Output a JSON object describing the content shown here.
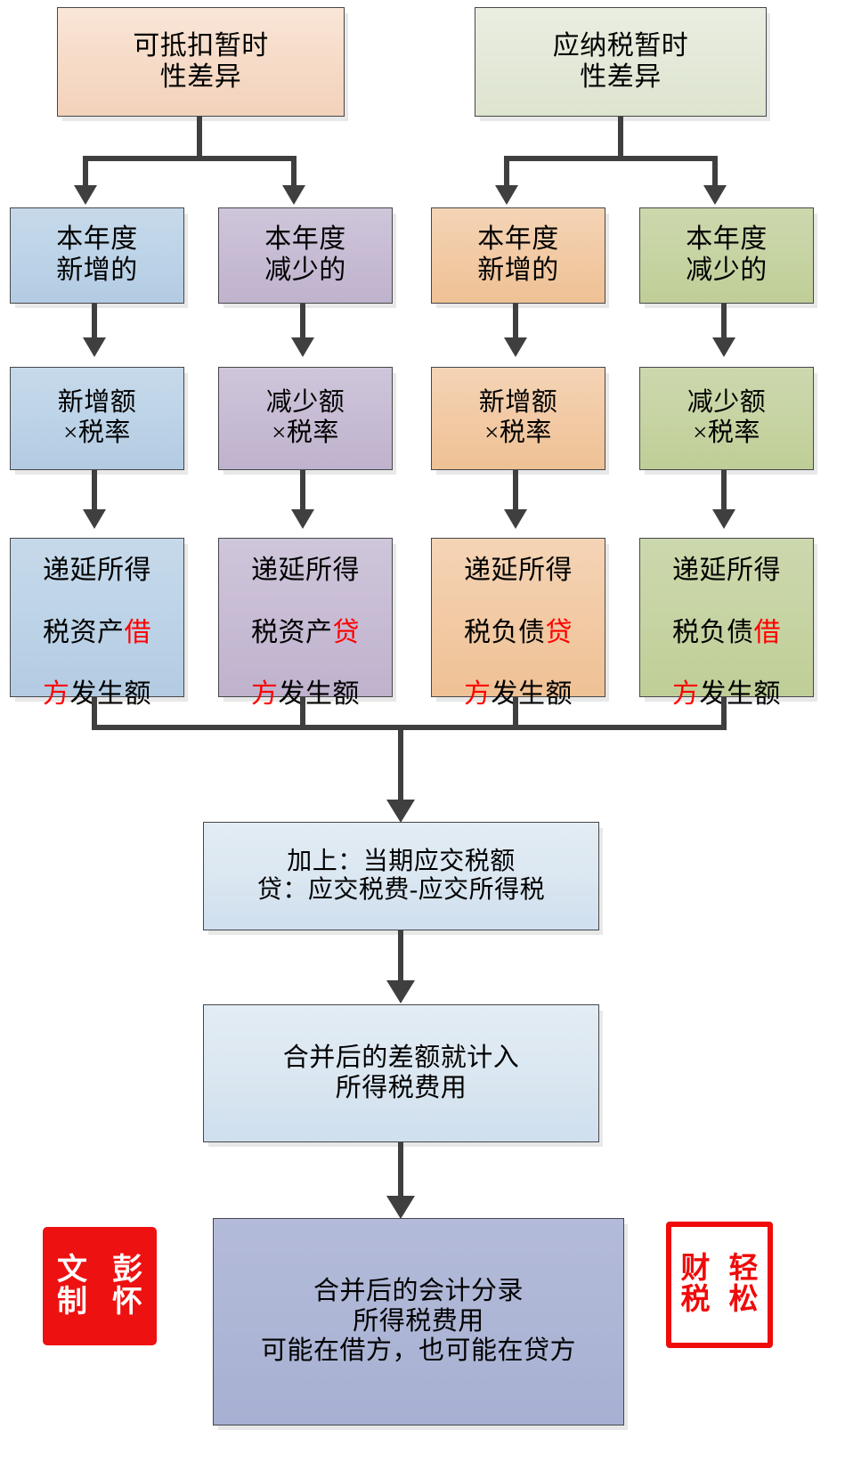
{
  "diagram": {
    "title": "递延所得税与所得税费用合并流程图",
    "colors": {
      "peach": "#f3d2bb",
      "sage": "#dde4cf",
      "blue": "#b3cbe2",
      "purple": "#bfb2cd",
      "orange": "#efc195",
      "green": "#bfce97",
      "pale_blue": "#cfdfee",
      "indigo": "#a7b0d2",
      "connector": "#3f3f3f",
      "highlight_text": "#ff0000",
      "seal_red": "#ee1111"
    },
    "row1": [
      {
        "id": "deductible-temp-diff",
        "text": "可抵扣暂时\n性差异",
        "fill": "peach"
      },
      {
        "id": "taxable-temp-diff",
        "text": "应纳税暂时\n性差异",
        "fill": "sage"
      }
    ],
    "row2": [
      {
        "id": "year-increase-deductible",
        "text": "本年度\n新增的",
        "fill": "blue"
      },
      {
        "id": "year-decrease-deductible",
        "text": "本年度\n减少的",
        "fill": "purple"
      },
      {
        "id": "year-increase-taxable",
        "text": "本年度\n新增的",
        "fill": "orange"
      },
      {
        "id": "year-decrease-taxable",
        "text": "本年度\n减少的",
        "fill": "green"
      }
    ],
    "row3": [
      {
        "id": "increase-amount-rate-1",
        "text": "新增额\n×税率",
        "fill": "blue"
      },
      {
        "id": "decrease-amount-rate-1",
        "text": "减少额\n×税率",
        "fill": "purple"
      },
      {
        "id": "increase-amount-rate-2",
        "text": "新增额\n×税率",
        "fill": "orange"
      },
      {
        "id": "decrease-amount-rate-2",
        "text": "减少额\n×税率",
        "fill": "green"
      }
    ],
    "row4": [
      {
        "id": "dta-debit",
        "fill": "blue",
        "line1": "递延所得",
        "line2_black": "税资产",
        "line2_red": "借",
        "line3_red": "方",
        "line3_black": "发生额"
      },
      {
        "id": "dta-credit",
        "fill": "purple",
        "line1": "递延所得",
        "line2_black": "税资产",
        "line2_red": "贷",
        "line3_red": "方",
        "line3_black": "发生额"
      },
      {
        "id": "dtl-credit",
        "fill": "orange",
        "line1": "递延所得",
        "line2_black": "税负债",
        "line2_red": "贷",
        "line3_red": "方",
        "line3_black": "发生额"
      },
      {
        "id": "dtl-debit",
        "fill": "green",
        "line1": "递延所得",
        "line2_black": "税负债",
        "line2_red": "借",
        "line3_red": "方",
        "line3_black": "发生额"
      }
    ],
    "step_add_current_tax": {
      "id": "add-current-tax-payable",
      "text": "加上：当期应交税额\n贷：应交税费-应交所得税",
      "fill": "pale_blue"
    },
    "step_difference": {
      "id": "difference-to-income-tax-expense",
      "text": "合并后的差额就计入\n所得税费用",
      "fill": "pale_blue"
    },
    "step_final_entry": {
      "id": "final-combined-journal-entry",
      "text": "合并后的会计分录\n所得税费用\n可能在借方，也可能在贷方",
      "fill": "indigo"
    },
    "seals": [
      {
        "id": "seal-wen-peng-zhi-huai",
        "style": "solid-red",
        "glyphs": [
          "文",
          "彭",
          "制",
          "怀"
        ]
      },
      {
        "id": "seal-cai-qing-shui-song",
        "style": "outline-red",
        "glyphs": [
          "财",
          "轻",
          "税",
          "松"
        ]
      }
    ]
  }
}
